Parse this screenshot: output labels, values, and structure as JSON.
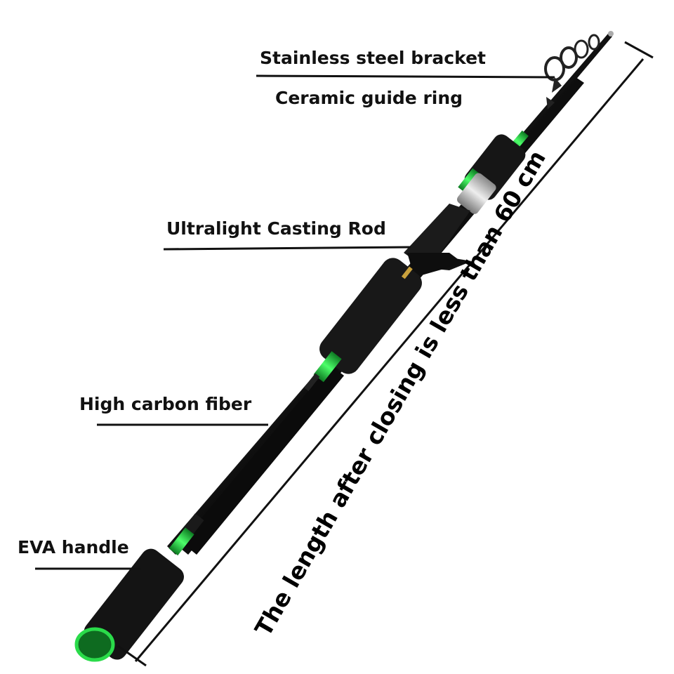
{
  "labels": {
    "bracket": "Stainless steel bracket",
    "guide_ring": "Ceramic guide ring",
    "rod": "Ultralight Casting Rod",
    "fiber": "High carbon fiber",
    "handle": "EVA handle"
  },
  "dimension": {
    "text": "The length after closing is less than 60 cm"
  },
  "colors": {
    "accent_green": "#1fbf3a",
    "rod_black": "#111111",
    "foam_black": "#1a1a1a",
    "steel": "#b8b8b8"
  }
}
